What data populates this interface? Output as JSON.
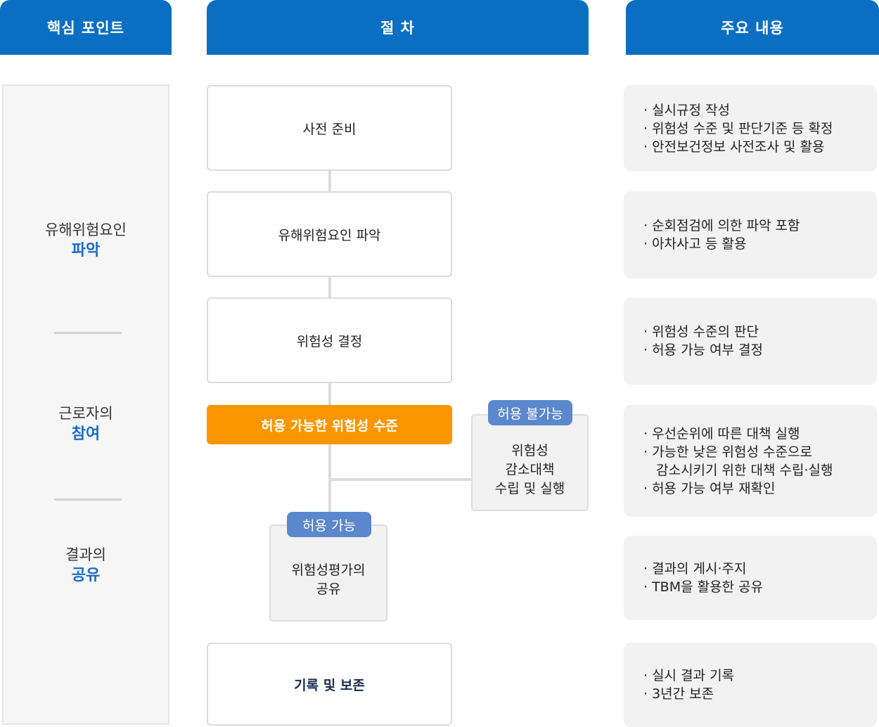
{
  "headers": {
    "key_points": "핵심 포인트",
    "procedure": "절 차",
    "main_content": "주요 내용"
  },
  "key_points": [
    {
      "text": "유해위험요인",
      "emphasis": "파악"
    },
    {
      "text": "근로자의",
      "emphasis": "참여"
    },
    {
      "text": "결과의",
      "emphasis": "공유"
    }
  ],
  "steps": {
    "prep": "사전 준비",
    "identify": "유해위험요인 파악",
    "decide": "위험성 결정",
    "acceptable_level": "허용 가능한 위험성 수준",
    "record": "기록 및 보존"
  },
  "branches": {
    "not_allowed": {
      "label": "허용 불가능",
      "lines": [
        "위험성",
        "감소대책",
        "수립 및 실행"
      ]
    },
    "allowed": {
      "label": "허용 가능",
      "lines": [
        "위험성평가의",
        "공유"
      ]
    }
  },
  "details": [
    [
      "· 실시규정 작성",
      "· 위험성 수준 및 판단기준 등 확정",
      "· 안전보건정보 사전조사 및 활용"
    ],
    [
      "· 순회점검에 의한 파악 포함",
      "· 아차사고 등 활용"
    ],
    [
      "· 위험성 수준의 판단",
      "· 허용 가능 여부 결정"
    ],
    [
      "· 우선순위에 따른 대책 실행",
      "· 가능한 낮은 위험성 수준으로",
      "   감소시키기 위한 대책 수립·실행",
      "· 허용 가능 여부 재확인"
    ],
    [
      "· 결과의 게시·주지",
      "· TBM을 활용한 공유"
    ],
    [
      "· 실시 결과 기록",
      "· 3년간 보존"
    ]
  ],
  "colors": {
    "header_blue": "#0a6fc2",
    "accent_orange": "#fb9601",
    "pill_blue": "#5b87cc",
    "emphasis_blue": "#1b6cc7"
  }
}
